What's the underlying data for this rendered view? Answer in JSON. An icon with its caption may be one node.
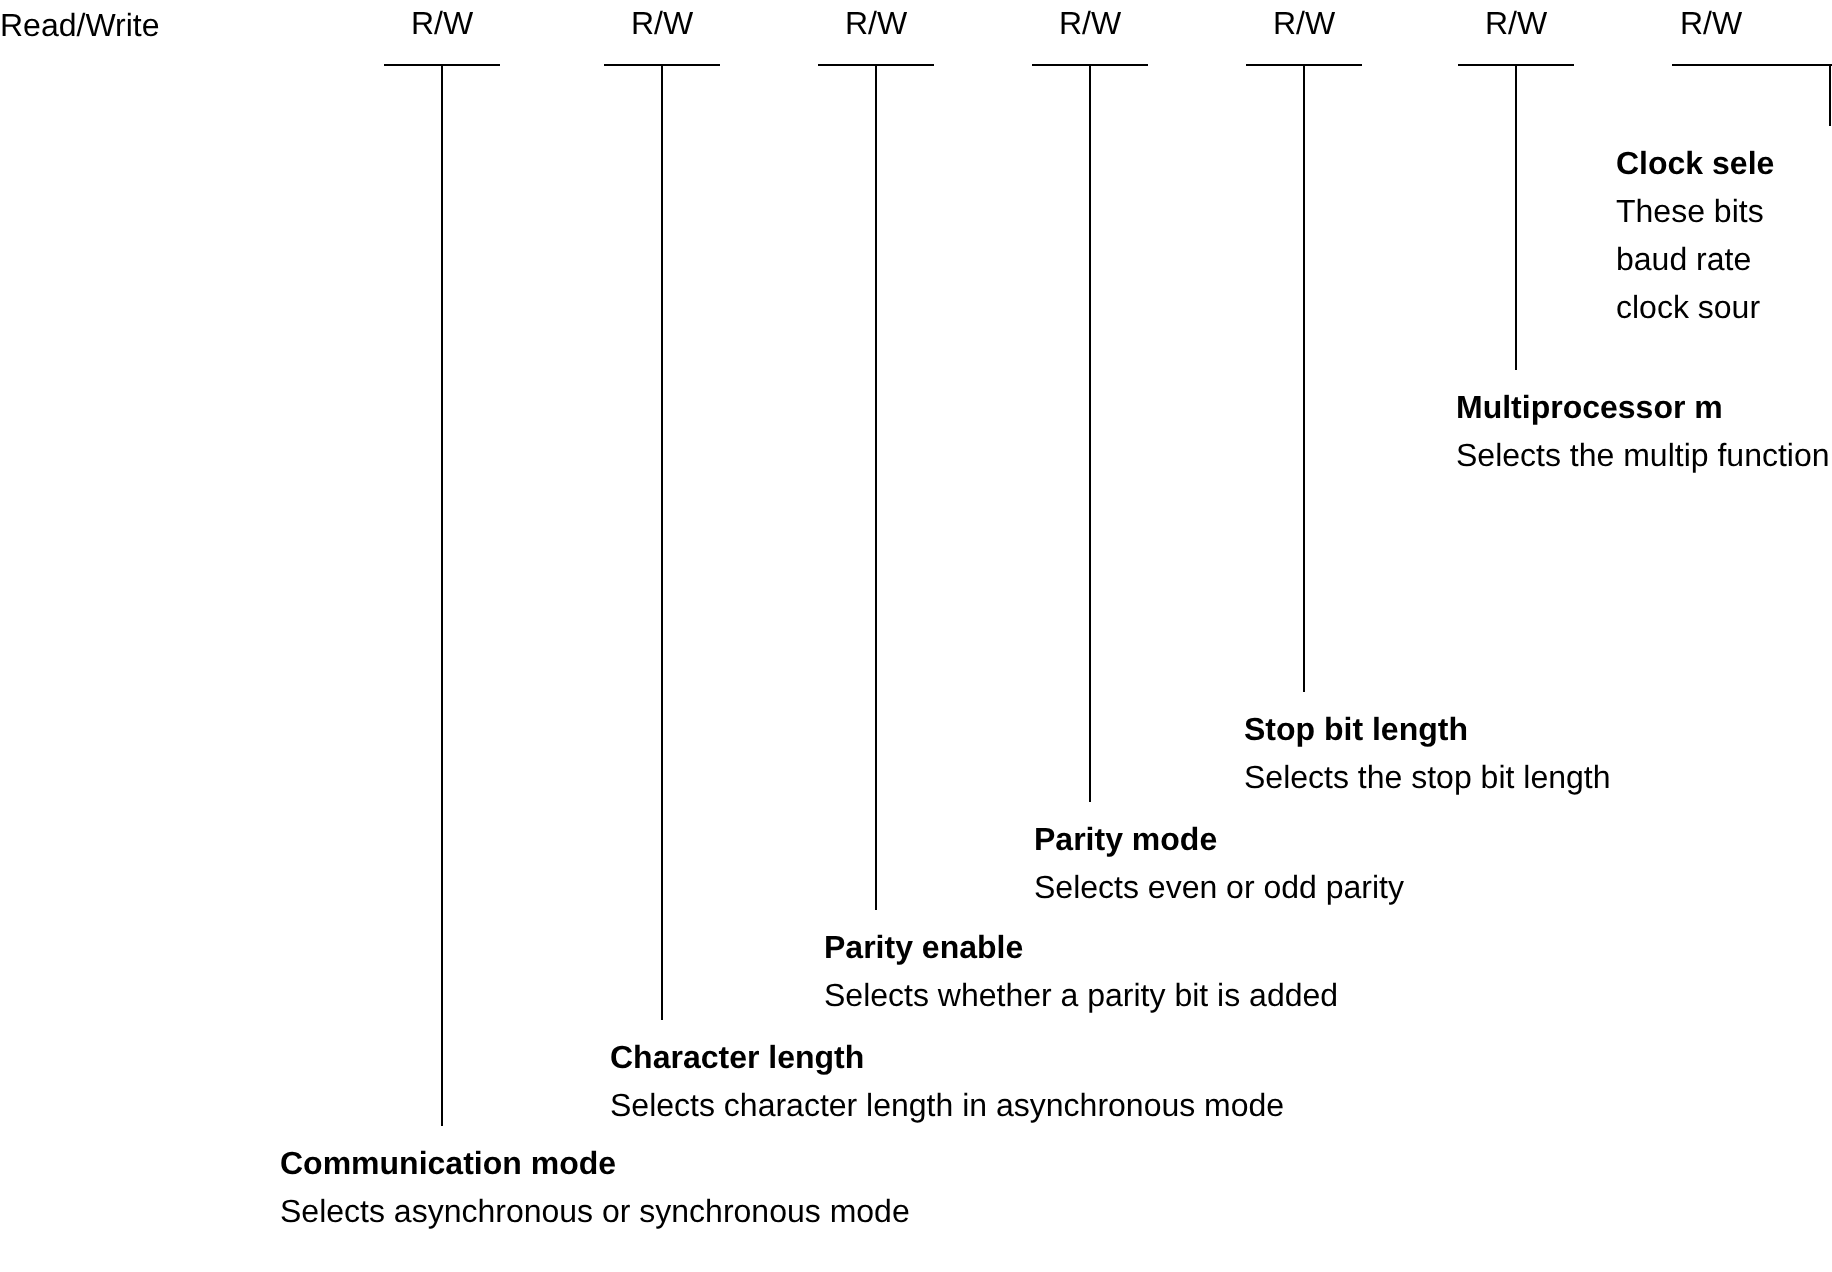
{
  "diagram": {
    "nodes": [
      {
        "text": [
          "R/W"
        ]
      },
      {
        "text": [
          "R/W"
        ]
      },
      {
        "text": [
          "R/W"
        ]
      },
      {
        "text": [
          "R/W"
        ]
      },
      {
        "text": [
          "R/W"
        ]
      },
      {
        "text": [
          "R/W"
        ]
      },
      {
        "text": [
          "R/W"
        ]
      },
      {
        "text": [
          "Clock sele",
          "These bits baud rate clock sour"
        ]
      },
      {
        "text": [
          "Multiprocessor m",
          "Selects the multip function"
        ]
      },
      {
        "text": [
          "Stop bit length",
          "Selects the stop bit length"
        ]
      },
      {
        "text": [
          "Parity mode",
          "Selects even or odd parity"
        ]
      },
      {
        "text": [
          "Parity enable",
          "Selects whether a parity bit is added"
        ]
      },
      {
        "text": [
          "Character length",
          "Selects character length in asynchronous mode"
        ]
      },
      {
        "text": [
          "Communication mode",
          "Selects asynchronous or synchronous mode"
        ]
      }
    ],
    "edges": [
      {
        "from": 0,
        "to": 13,
        "arrow": "none"
      },
      {
        "from": 1,
        "to": 12,
        "arrow": "none"
      },
      {
        "from": 2,
        "to": 11,
        "arrow": "none"
      },
      {
        "from": 3,
        "to": 10,
        "arrow": "none"
      },
      {
        "from": 4,
        "to": 9,
        "arrow": "none"
      },
      {
        "from": 5,
        "to": 8,
        "arrow": "none"
      },
      {
        "from": 6,
        "to": 7,
        "arrow": "none"
      }
    ],
    "labels": [
      "Read/Write"
    ]
  }
}
